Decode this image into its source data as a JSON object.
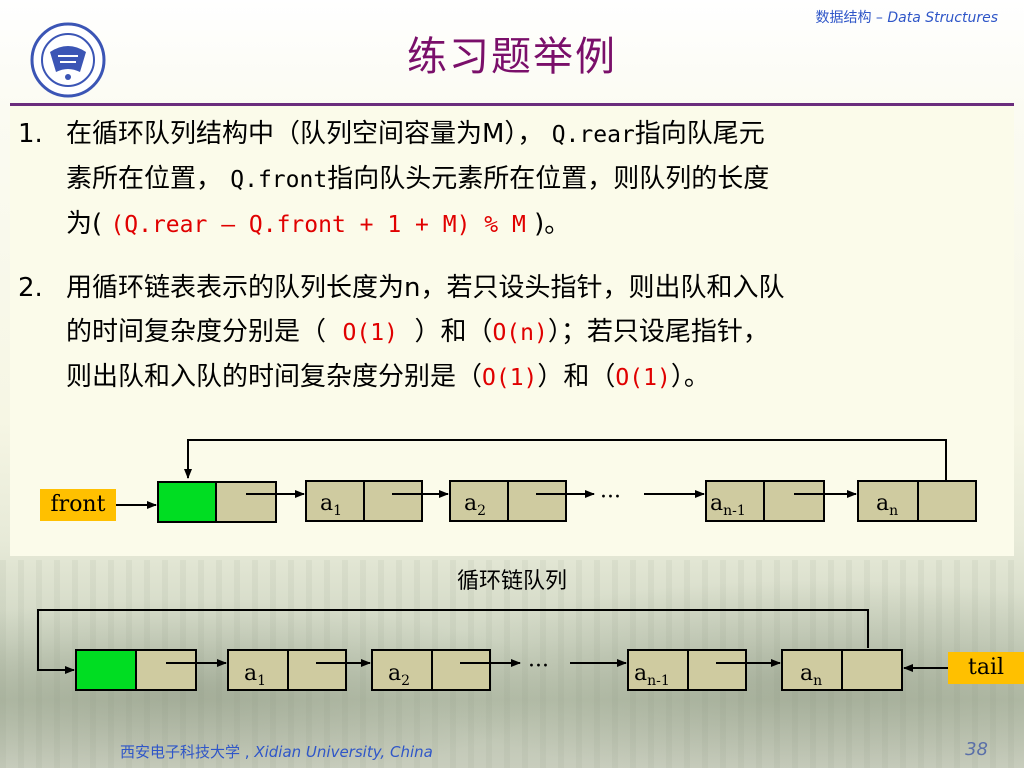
{
  "header": {
    "course_cn": "数据结构",
    "course_sep": " – ",
    "course_en": "Data Structures"
  },
  "title": "练习题举例",
  "questions": [
    {
      "number": "1.",
      "line1": "在循环队列结构中（队列空间容量为M）， ",
      "code1": "Q.rear",
      "line1b": "指向队尾元",
      "line2a": "素所在位置， ",
      "code2": "Q.front",
      "line2b": "指向队头元素所在位置，则队列的长度",
      "line3a": "为( ",
      "answer": "(Q.rear – Q.front + 1 + M) % M",
      "line3b": " )。"
    },
    {
      "number": "2.",
      "line1": "用循环链表表示的队列长度为n，若只设头指针，则出队和入队",
      "line2a": "的时间复杂度分别是（  ",
      "ans1": "O(1)",
      "line2b": "  ）和（",
      "ans2": "O(n)",
      "line2c": "）；若只设尾指针，",
      "line3a": "则出队和入队的时间复杂度分别是（",
      "ans3": "O(1)",
      "line3b": "）和（",
      "ans4": "O(1)",
      "line3c": "）。"
    }
  ],
  "diagram": {
    "front_label": "front",
    "tail_label": "tail",
    "caption": "循环链队列",
    "ellipsis": "···",
    "nodes": [
      {
        "base": "a",
        "sub": "1"
      },
      {
        "base": "a",
        "sub": "2"
      },
      {
        "base": "a",
        "sub": "n-1"
      },
      {
        "base": "a",
        "sub": "n"
      }
    ],
    "colors": {
      "node_fill": "#cfcba0",
      "head_fill": "#00dd22",
      "label_fill": "#ffc000"
    }
  },
  "footer": {
    "school_cn": "西安电子科技大学",
    "school_sep": " , ",
    "school_en": "Xidian University, China",
    "page": "38"
  }
}
